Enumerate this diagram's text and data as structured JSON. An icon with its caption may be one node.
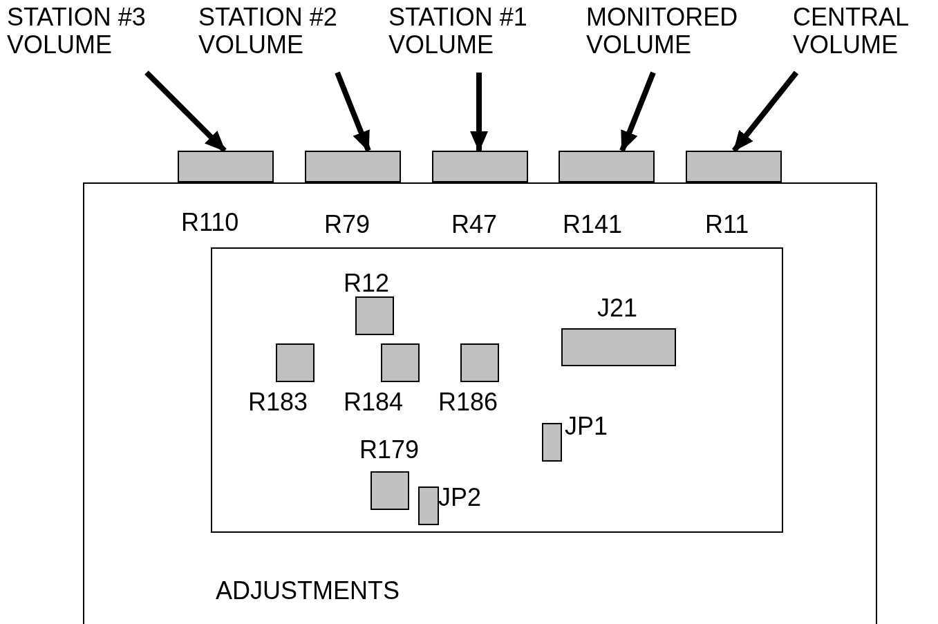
{
  "diagram": {
    "nodes": [
      {
        "text": [
          "STATION #3 VOLUME"
        ]
      },
      {
        "text": [
          "STATION #2 VOLUME"
        ]
      },
      {
        "text": [
          "STATION #1 VOLUME"
        ]
      },
      {
        "text": [
          "MONITORED VOLUME"
        ]
      },
      {
        "text": [
          "CENTRAL VOLUME"
        ]
      },
      {
        "text": [
          "R110"
        ]
      },
      {
        "text": [
          "R79"
        ]
      },
      {
        "text": [
          "R47"
        ]
      },
      {
        "text": [
          "R141"
        ]
      },
      {
        "text": [
          "R11"
        ]
      },
      {
        "text": [
          "ADJUSTMENTS"
        ]
      },
      {
        "text": [],
        "shape": "box",
        "in": 10
      },
      {
        "text": [
          "R12"
        ],
        "in": 11
      },
      {
        "text": [
          "J21"
        ],
        "in": 11
      },
      {
        "text": [
          "R183"
        ],
        "in": 11
      },
      {
        "text": [
          "R184"
        ],
        "in": 11
      },
      {
        "text": [
          "R186"
        ],
        "in": 11
      },
      {
        "text": [
          "JP1"
        ],
        "in": 11
      },
      {
        "text": [
          "R179"
        ],
        "in": 11
      },
      {
        "text": [
          "JP2"
        ],
        "in": 11
      }
    ],
    "edges": [
      {
        "from": 0,
        "to": 5,
        "arrow": "to"
      },
      {
        "from": 1,
        "to": 6,
        "arrow": "to"
      },
      {
        "from": 2,
        "to": 7,
        "arrow": "to"
      },
      {
        "from": 3,
        "to": 8,
        "arrow": "to"
      },
      {
        "from": 4,
        "to": 9,
        "arrow": "to"
      }
    ]
  }
}
